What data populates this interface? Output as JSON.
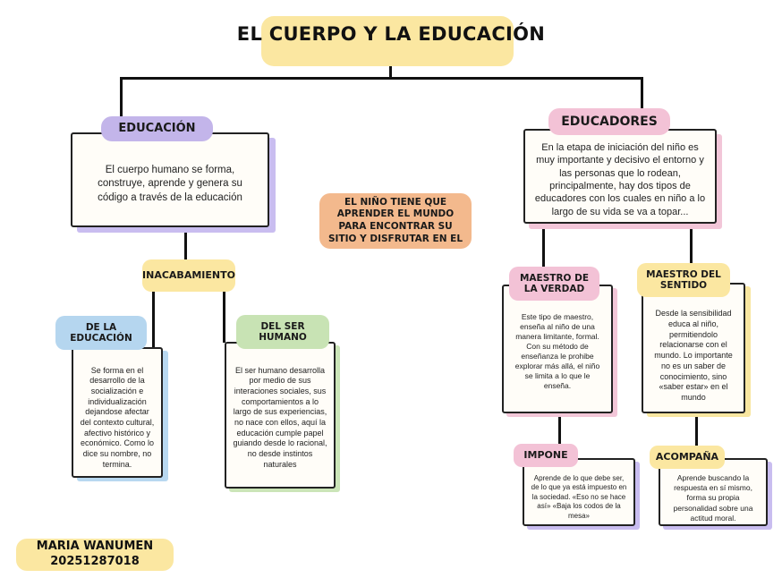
{
  "title": "EL CUERPO Y LA EDUCACIÓN",
  "center_note": "EL NIÑO TIENE QUE APRENDER EL MUNDO PARA ENCONTRAR SU SITIO Y DISFRUTAR EN EL",
  "left": {
    "label": "EDUCACIÓN",
    "text": "El cuerpo humano se forma, construye, aprende y genera su código a través de la educación",
    "sub_label": "INACABAMIENTO",
    "branch1": {
      "label": "DE LA EDUCACIÓN",
      "text": "Se forma en el desarrollo de la socialización e individualización dejandose afectar del contexto cultural, afectivo histórico y económico. Como lo dice su nombre, no termina."
    },
    "branch2": {
      "label": "DEL SER HUMANO",
      "text": "El ser humano desarrolla por medio de sus interaciones sociales, sus comportamientos a lo largo de sus experiencias, no nace con ellos,  aquí la educación cumple papel guiando desde lo racional, no desde instintos naturales"
    }
  },
  "right": {
    "label": "EDUCADORES",
    "text": "En la etapa de iniciación del niño es muy importante y decisivo el entorno y las personas que lo rodean, principalmente, hay dos tipos de educadores con los cuales en  niño a lo largo de su vida se va a topar...",
    "branch1": {
      "label": "MAESTRO DE LA VERDAD",
      "text": "Este tipo de maestro, enseña al niño de una manera limitante, formal. Con su método de enseñanza le prohibe explorar más allá, el niño se limita a lo que le enseña.",
      "sub_label": "IMPONE",
      "sub_text": "Aprende de lo que debe ser, de lo que ya está impuesto en la sociedad. «Eso no se hace así» «Baja los codos de la mesa»"
    },
    "branch2": {
      "label": "MAESTRO DEL SENTIDO",
      "text": "Desde la sensibilidad educa al niño, permitiendolo relacionarse con el mundo. Lo importante no es un saber de conocimiento, sino «saber estar» en el mundo",
      "sub_label": "ACOMPAÑA",
      "sub_text": "Aprende buscando la respuesta en sí mismo, forma su propia personalidad sobre una actitud moral."
    }
  },
  "author": {
    "name": "MARIA WANUMEN",
    "id": "20251287018"
  },
  "colors": {
    "title_highlight": "#fbe7a1",
    "educacion_label": "#c3b5ea",
    "educadores_label": "#f3c2d6",
    "yellow_label": "#fbe7a1",
    "blue_label": "#b5d6ef",
    "green_label": "#c8e3b4",
    "pink_label": "#f3c2d6",
    "orange_note": "#f3b98d",
    "shadow_purple": "#c9bdf0",
    "shadow_yellow": "#f8e6a0",
    "shadow_blue": "#b8d8f0",
    "shadow_green": "#cbe5b8",
    "shadow_pink": "#f2c6d8"
  }
}
